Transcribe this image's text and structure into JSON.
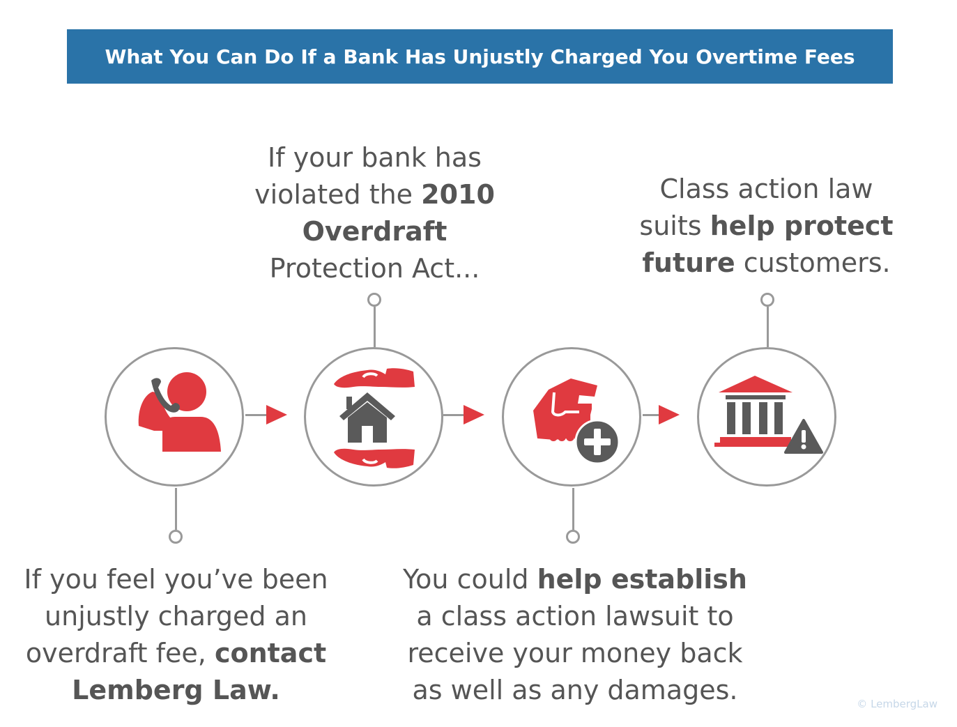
{
  "header": {
    "title": "What You Can Do If a Bank Has Unjustly Charged You Overtime Fees"
  },
  "colors": {
    "title_bg": "#2a73a8",
    "accent_red": "#e03a40",
    "icon_gray": "#5a5a5a",
    "line_gray": "#999999",
    "text": "#555555"
  },
  "steps": [
    {
      "icon": "person-phone-icon",
      "position": "below",
      "text_parts": {
        "a": "If you feel you’ve been unjustly charged an overdraft fee, ",
        "b": "contact Lemberg Law."
      }
    },
    {
      "icon": "hands-protecting-house-icon",
      "position": "above",
      "text_parts": {
        "a": "If your bank has violated the ",
        "b": "2010 Overdraft",
        "c": " Protection Act..."
      }
    },
    {
      "icon": "hand-add-icon",
      "position": "below",
      "text_parts": {
        "a": "You could ",
        "b": "help establish",
        "c": " a class action lawsuit to receive your money back as well as any damages."
      }
    },
    {
      "icon": "bank-warning-icon",
      "position": "above",
      "text_parts": {
        "a": "Class action law suits ",
        "b": "help protect future",
        "c": " customers."
      }
    }
  ],
  "footer": {
    "credit": "© LembergLaw"
  }
}
